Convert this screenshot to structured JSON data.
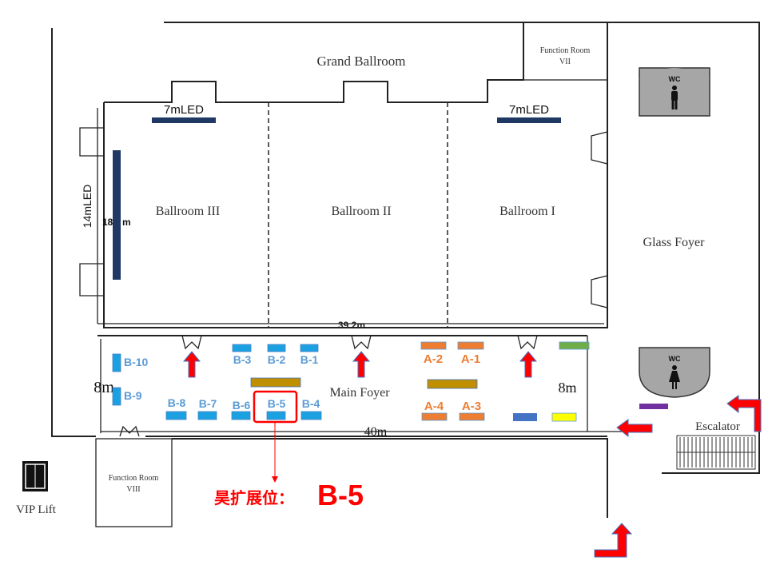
{
  "rooms": {
    "grand_ballroom": "Grand Ballroom",
    "ballroom_3": "Ballroom III",
    "ballroom_2": "Ballroom II",
    "ballroom_1": "Ballroom I",
    "glass_foyer": "Glass Foyer",
    "main_foyer": "Main Foyer",
    "function_room_7_line1": "Function Room",
    "function_room_7_line2": "VII",
    "function_room_8_line1": "Function Room",
    "function_room_8_line2": "VIII",
    "escalator": "Escalator",
    "vip_lift": "VIP Lift",
    "wc_men": "WC",
    "wc_women": "WC"
  },
  "led": {
    "left_top": "7mLED",
    "right_top": "7mLED",
    "left_side": "14mLED",
    "left_side_partial": "18",
    "left_side_partial_unit": "m"
  },
  "dimensions": {
    "ballroom_width": "39.2m",
    "foyer_depth_left": "8m",
    "foyer_depth_right": "8m",
    "foyer_length": "40m"
  },
  "booths_b": [
    "B-1",
    "B-2",
    "B-3",
    "B-4",
    "B-5",
    "B-6",
    "B-7",
    "B-8",
    "B-9",
    "B-10"
  ],
  "booths_a": [
    "A-1",
    "A-2",
    "A-3",
    "A-4"
  ],
  "highlight": {
    "label": "昊扩展位：",
    "booth": "B-5",
    "color": "#ff0000"
  },
  "colors": {
    "booth_b": "#1ba1e2",
    "booth_a": "#ed7d31",
    "stage": "#bf8f00",
    "led": "#1f3864",
    "arrow": "#ff0000"
  }
}
